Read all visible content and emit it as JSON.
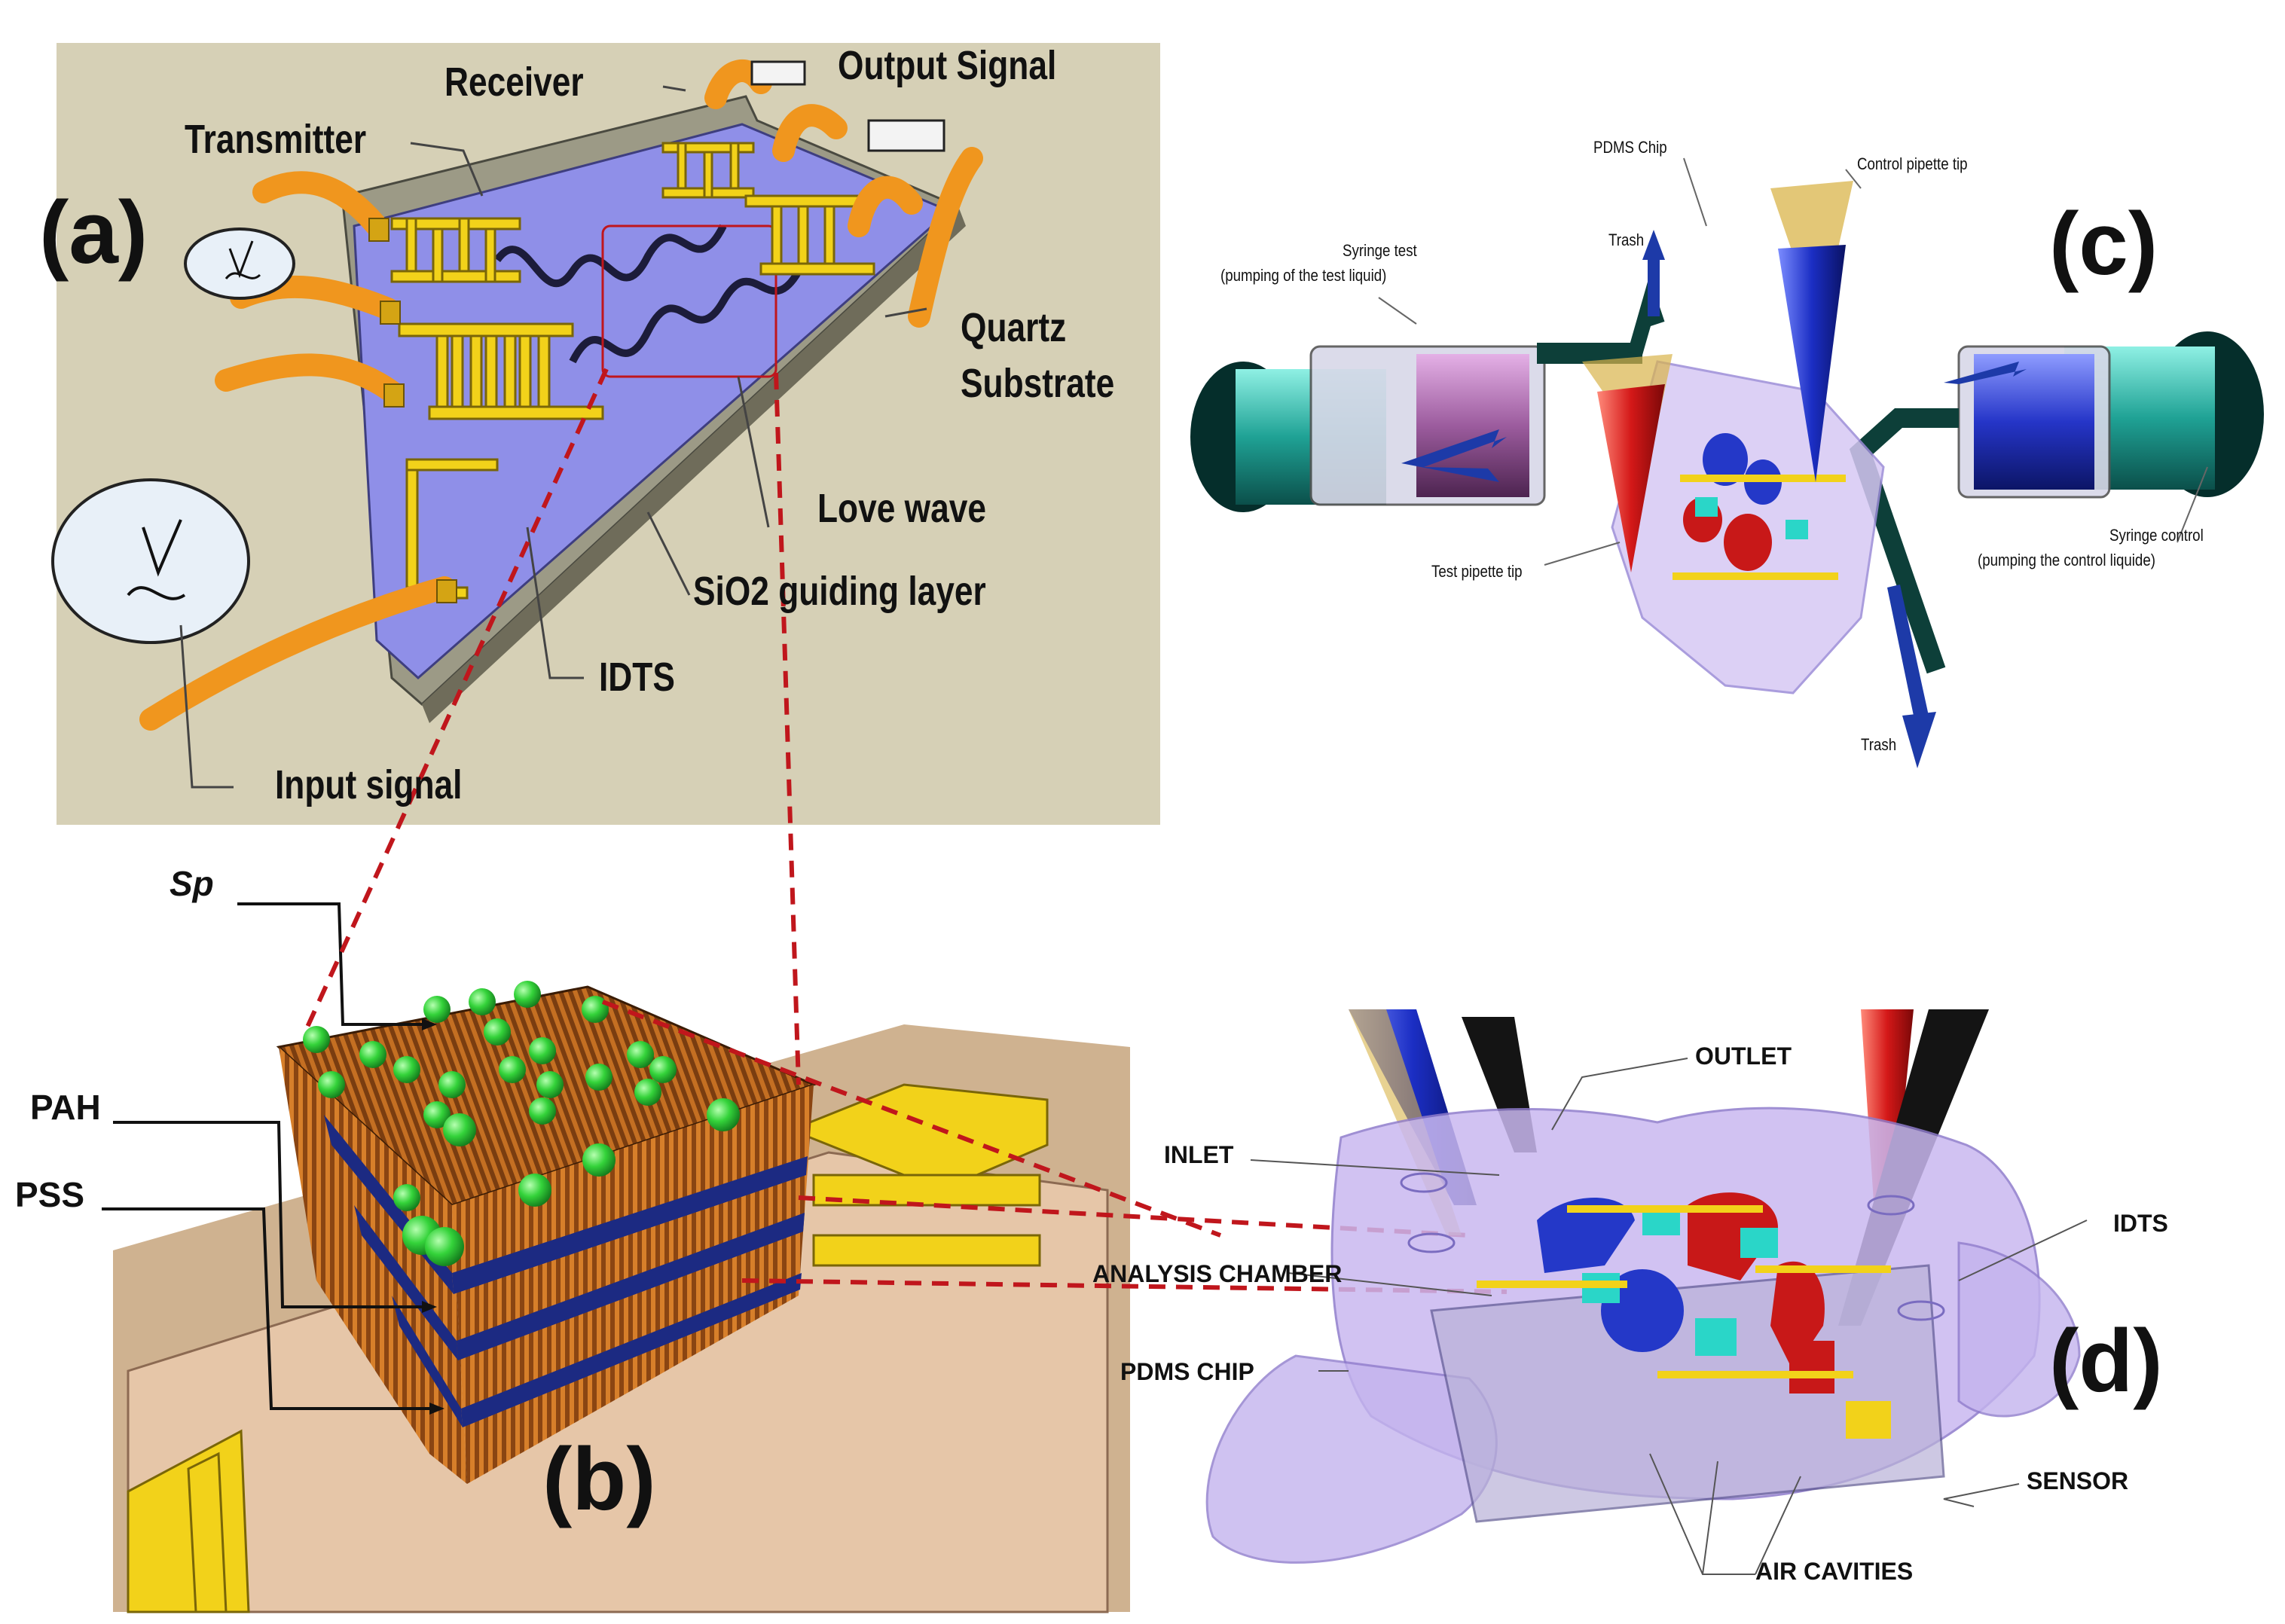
{
  "panels": {
    "a": {
      "letter": "(a)",
      "labels": {
        "receiver": "Receiver",
        "output_signal": "Output Signal",
        "transmitter": "Transmitter",
        "quartz": "Quartz",
        "substrate": "Substrate",
        "love_wave": "Love wave",
        "sio2": "SiO2 guiding layer",
        "idts": "IDTS",
        "input_signal": "Input signal"
      }
    },
    "b": {
      "letter": "(b)",
      "labels": {
        "sp": "Sp",
        "pah": "PAH",
        "pss": "PSS"
      }
    },
    "c": {
      "letter": "(c)",
      "labels": {
        "pdms_chip": "PDMS Chip",
        "control_pipette_tip": "Control pipette tip",
        "syringe_test": "Syringe test",
        "syringe_test_sub": "(pumping of the test liquid)",
        "trash_top": "Trash",
        "test_pipette_tip": "Test pipette tip",
        "syringe_control": "Syringe control",
        "syringe_control_sub": "(pumping the control liquide)",
        "trash_bottom": "Trash"
      }
    },
    "d": {
      "letter": "(d)",
      "labels": {
        "outlet": "OUTLET",
        "inlet": "INLET",
        "idts": "IDTS",
        "analysis_chamber": "ANALYSIS CHAMBER",
        "pdms_chip": "PDMS CHIP",
        "sensor": "SENSOR",
        "air_cavities": "AIR CAVITIES"
      }
    }
  },
  "colors": {
    "panel_a_bg": "#d8d2b8",
    "gold_electrode": "#f2d21a",
    "orange_wire": "#f0961e",
    "blue_plate": "#8f8fe6",
    "sphere_green": "#39d43c",
    "layer_orange": "#b8641e",
    "layer_blue": "#1c2a82",
    "dashed_red": "#c0161c",
    "pdms_purple": "#c9b8f0",
    "syringe_teal": "#1f8f86",
    "syringe_blue": "#2433c8",
    "pipette_red": "#d22222",
    "pipette_gold": "#d9b44a",
    "arrow_blue": "#1d3aa8"
  }
}
